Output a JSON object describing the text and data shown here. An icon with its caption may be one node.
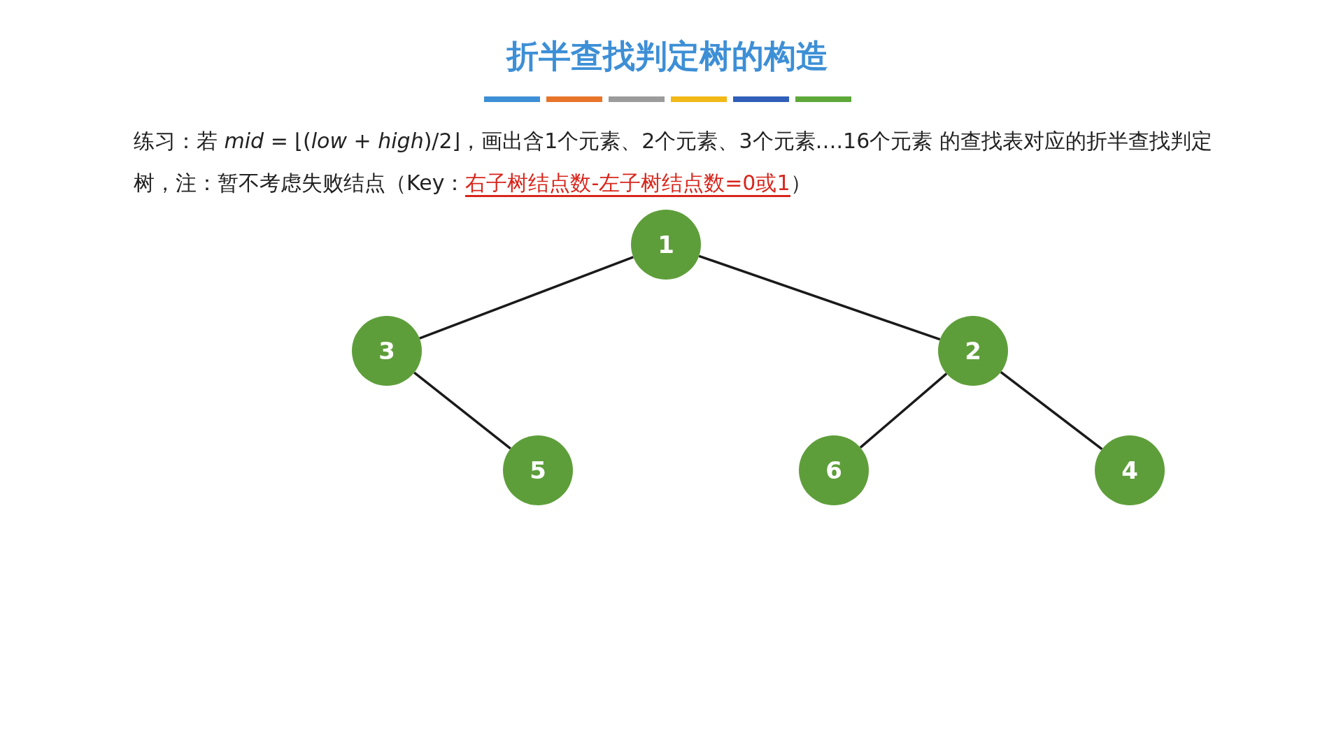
{
  "diagram": {
    "title": "折半查找判定树的构造",
    "nodes": [
      {
        "text": [
          "1"
        ]
      },
      {
        "text": [
          "3"
        ]
      },
      {
        "text": [
          "2"
        ]
      },
      {
        "text": [
          "5"
        ]
      },
      {
        "text": [
          "6"
        ]
      },
      {
        "text": [
          "4"
        ]
      }
    ],
    "edges": [
      {
        "from": 0,
        "to": 1,
        "arrow": "none"
      },
      {
        "from": 0,
        "to": 2,
        "arrow": "none"
      },
      {
        "from": 1,
        "to": 3,
        "arrow": "none"
      },
      {
        "from": 2,
        "to": 4,
        "arrow": "none"
      },
      {
        "from": 2,
        "to": 5,
        "arrow": "none"
      }
    ],
    "labels": [
      "练习：若 *mid* = ⌊(*low* + *high*)/2⌋，画出含1个元素、2个元素、3个元素….16个元素 的查找表对应的折半查找判定树，注：暂不考虑失败结点（Key：",
      "右子树结点数-左子树结点数=0或1",
      "）"
    ]
  }
}
